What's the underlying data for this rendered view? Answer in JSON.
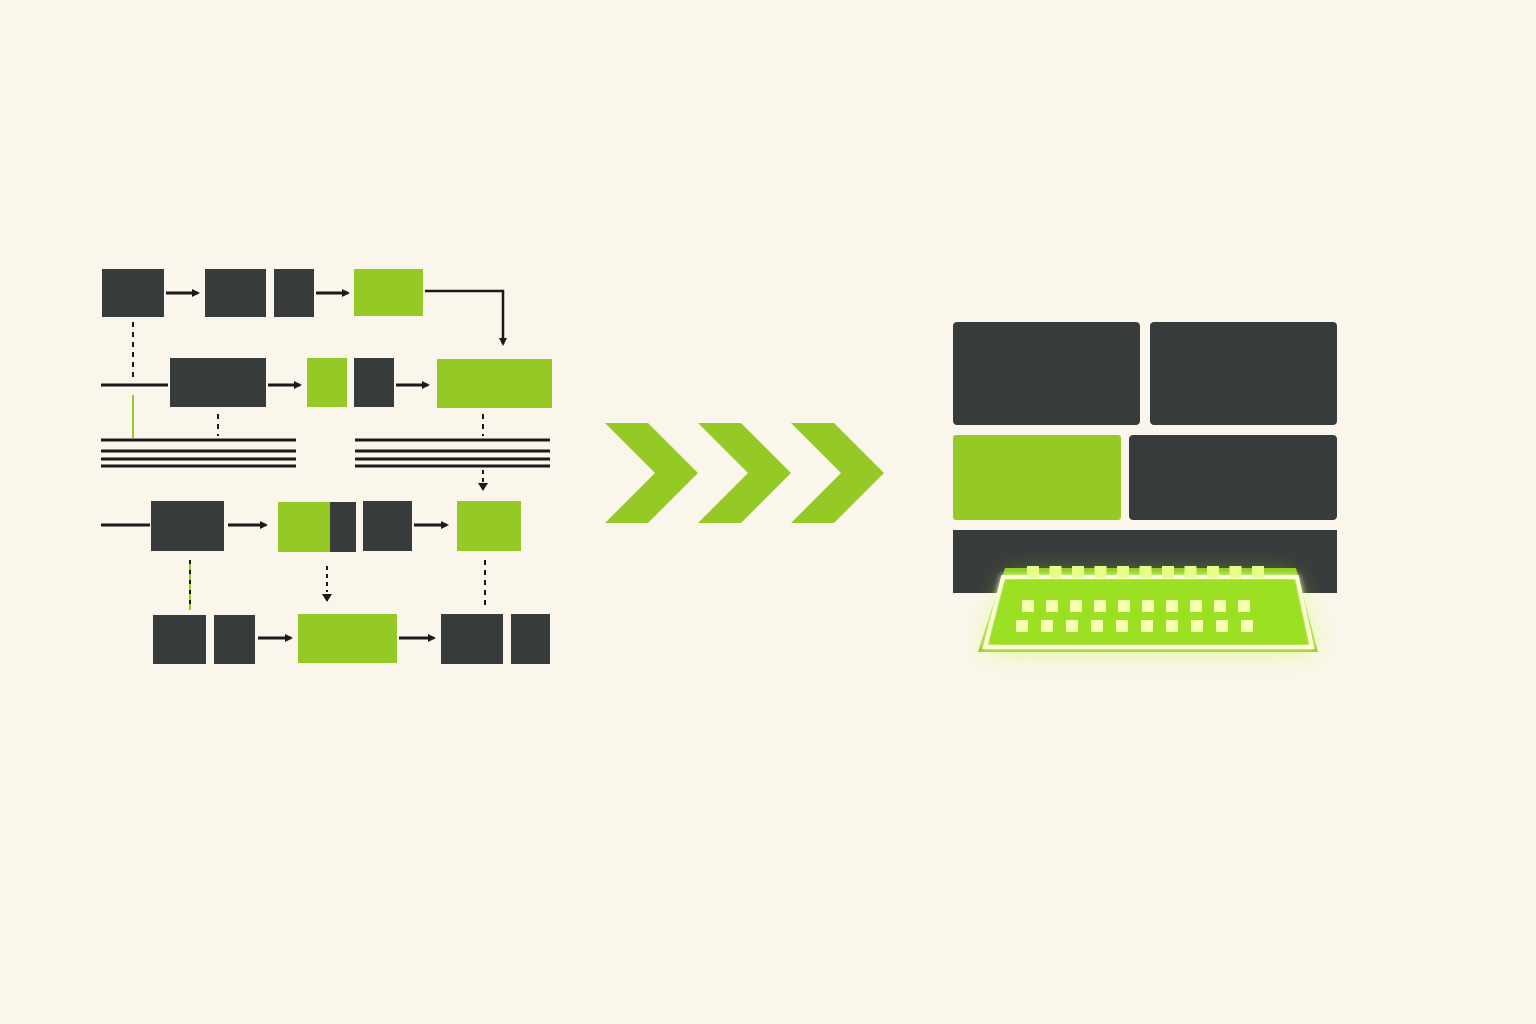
{
  "colors": {
    "background": "#fbf6ec",
    "dark_block": "#383b3c",
    "accent_green": "#95c926",
    "connector": "#1a1a1a",
    "glow_green": "#c8ff3c",
    "glow_core": "#fbffd2"
  },
  "left_flowchart": {
    "rows": [
      {
        "blocks": [
          "dark",
          "dark",
          "dark",
          "green"
        ]
      },
      {
        "blocks": [
          "dark",
          "green",
          "dark",
          "green"
        ]
      },
      {
        "blocks": [
          "dark",
          "green-dark",
          "dark",
          "green"
        ]
      },
      {
        "blocks": [
          "dark",
          "dark",
          "green",
          "dark",
          "dark"
        ]
      }
    ],
    "separator_groups": 2
  },
  "transition": {
    "chevron_count": 3,
    "icon": "chevron-right-icon"
  },
  "right_layout": {
    "panels": [
      "dark",
      "dark",
      "green",
      "dark",
      "dark-bar"
    ],
    "keyboard_grid": {
      "rows": 3,
      "columns": 11,
      "icon": "glowing-grid-icon"
    }
  }
}
